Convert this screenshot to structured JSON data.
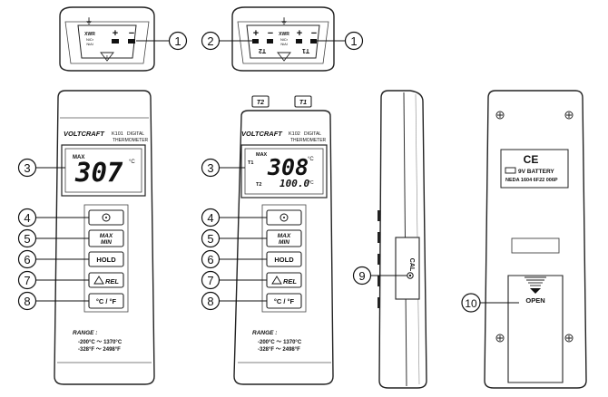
{
  "callouts": [
    "1",
    "1",
    "2",
    "3",
    "3",
    "4",
    "4",
    "5",
    "5",
    "6",
    "6",
    "7",
    "7",
    "8",
    "8",
    "9",
    "10"
  ],
  "meter1": {
    "brand": "VOLTCRAFT",
    "model": "K101",
    "desc_line1": "DIGITAL",
    "desc_line2": "THERMOMETER",
    "lcd_max": "MAX",
    "lcd_value": "307",
    "lcd_unit": "°C",
    "buttons": {
      "power": "⊙",
      "maxmin_line1": "MAX",
      "maxmin_line2": "MIN",
      "hold": "HOLD",
      "rel": "REL",
      "unit": "°C / °F"
    },
    "range_title": "RANGE :",
    "range_c": "-200°C ～ 1370°C",
    "range_f": "-328°F ～ 2498°F"
  },
  "meter2": {
    "brand": "VOLTCRAFT",
    "model": "K102",
    "desc_line1": "DIGITAL",
    "desc_line2": "THERMOMETER",
    "lcd_max": "MAX",
    "lcd_t1": "T1",
    "lcd_t2": "T2",
    "lcd_value": "308",
    "lcd_unit": "°C",
    "lcd_value2": "100.0",
    "lcd_unit2": "°C",
    "port_t2": "T2",
    "port_t1": "T1",
    "buttons": {
      "power": "⊙",
      "maxmin_line1": "MAX",
      "maxmin_line2": "MIN",
      "hold": "HOLD",
      "rel": "REL",
      "unit": "°C / °F"
    },
    "range_title": "RANGE :",
    "range_c": "-200°C ～ 1370°C",
    "range_f": "-328°F ～ 2498°F"
  },
  "top1": {
    "plus": "+",
    "minus": "−",
    "l1": "XWR",
    "l2": "NiCr",
    "l3": "NiAl"
  },
  "top2": {
    "plus": "+",
    "minus": "−",
    "l1": "XWR",
    "l2": "NiCr",
    "l3": "NiAl",
    "t1": "T1",
    "t2": "T2"
  },
  "side": {
    "cal": "CAL"
  },
  "back": {
    "ce": "CE",
    "battery": "9V BATTERY",
    "neda": "NEDA 1604  6F22  006P",
    "open": "OPEN"
  }
}
